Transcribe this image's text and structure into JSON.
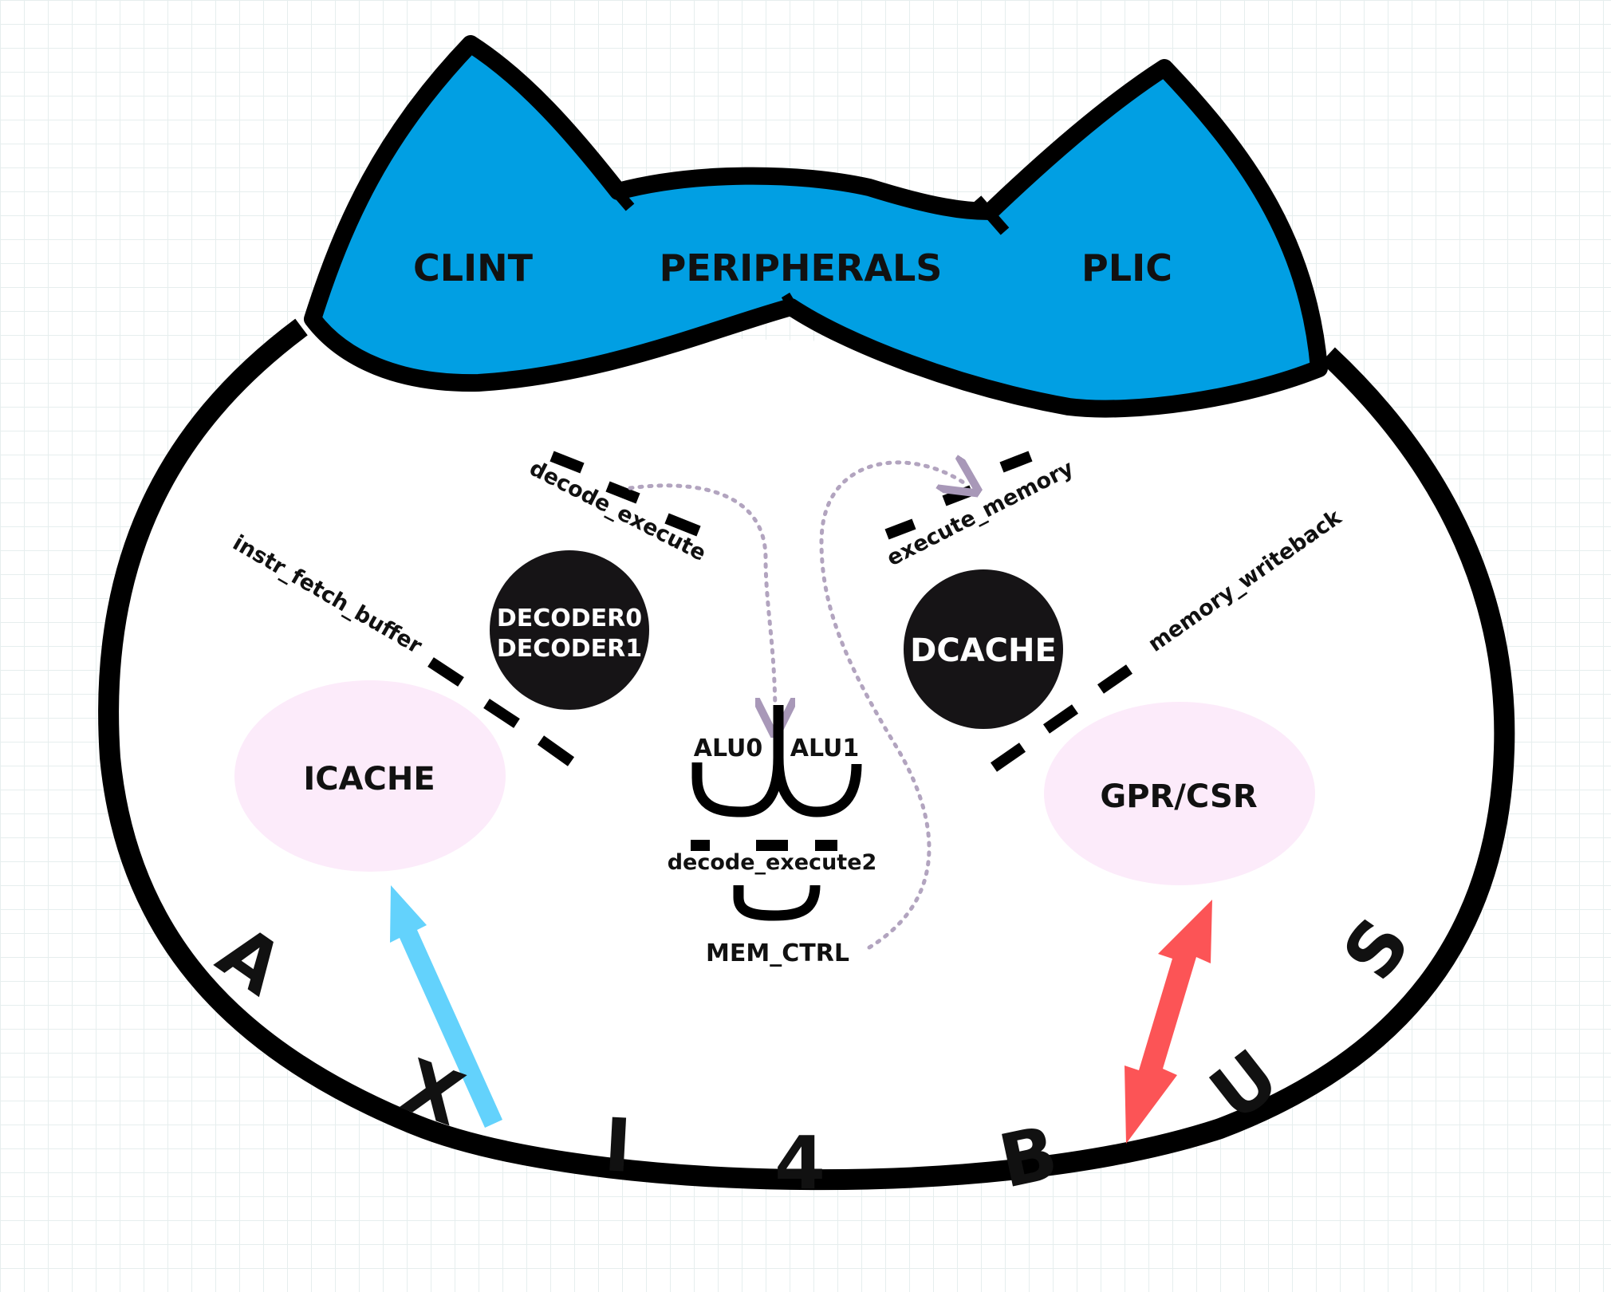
{
  "ears": {
    "left": "CLINT",
    "center": "PERIPHERALS",
    "right": "PLIC"
  },
  "eyes": {
    "left_lines": [
      "DECODER0",
      "DECODER1"
    ],
    "right": "DCACHE"
  },
  "cheeks": {
    "left": "ICACHE",
    "right": "GPR/CSR"
  },
  "mouth": {
    "alu_left": "ALU0",
    "alu_right": "ALU1",
    "stage": "decode_execute2",
    "mem": "MEM_CTRL"
  },
  "pipeline_labels": {
    "decode_execute": "decode_execute",
    "execute_memory": "execute_memory",
    "instr_fetch_buffer": "instr_fetch_buffer",
    "memory_writeback": "memory_writeback"
  },
  "bus_letters": [
    "A",
    "X",
    "I",
    "4",
    "B",
    "U",
    "S"
  ],
  "colors": {
    "ear_fill": "#019fe3",
    "outline": "#000000",
    "eye_fill": "#161416",
    "cheek_fill": "#fcebfa",
    "arrow_blue": "#63d2fc",
    "arrow_red": "#fc5456",
    "dotted_path": "#b2a4bf"
  }
}
